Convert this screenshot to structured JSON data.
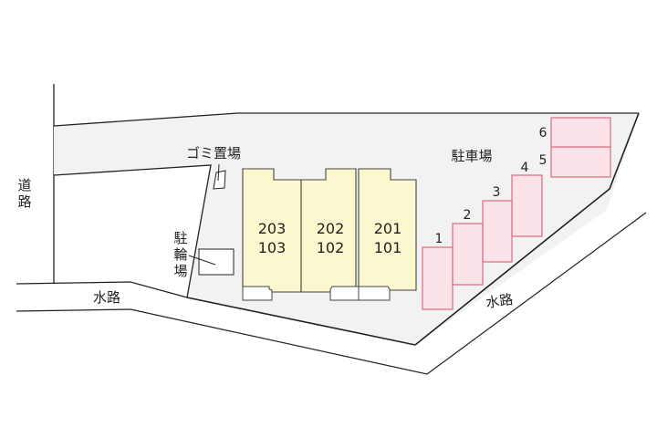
{
  "diagram": {
    "type": "site-layout",
    "colors": {
      "site_fill": "#f2f2f2",
      "building_fill": "#fbf7cf",
      "parking_fill": "#fce3ea",
      "parking_stroke": "#d96c7f",
      "line": "#222222"
    },
    "labels": {
      "road_left": "道路",
      "road_left_chars": [
        "道",
        "路"
      ],
      "waterway_bottom": "水路",
      "waterway_right": "水路",
      "garbage_area": "ゴミ置場",
      "bicycle_parking": "駐輪場",
      "bicycle_parking_chars": [
        "駐",
        "輪",
        "場"
      ],
      "car_parking": "駐車場"
    },
    "building": {
      "units": [
        {
          "upper": "203",
          "lower": "103"
        },
        {
          "upper": "202",
          "lower": "102"
        },
        {
          "upper": "201",
          "lower": "101"
        }
      ]
    },
    "parking_spaces": [
      "1",
      "2",
      "3",
      "4",
      "5",
      "6"
    ]
  }
}
